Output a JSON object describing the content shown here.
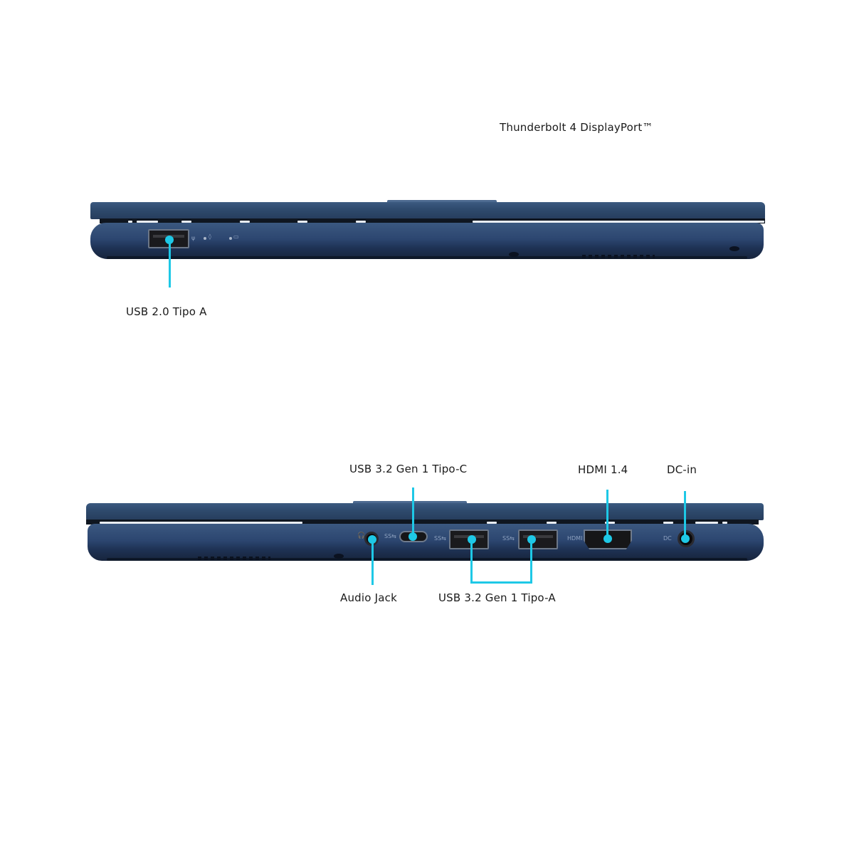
{
  "labels": {
    "top_right": "Thunderbolt 4 DisplayPort™",
    "top_usb20": "USB 2.0 Tipo A",
    "usb_c": "USB 3.2 Gen 1 Tipo-C",
    "hdmi": "HDMI 1.4",
    "dc_in": "DC-in",
    "audio_jack": "Audio Jack",
    "usb_a": "USB 3.2 Gen 1 Tipo-A"
  },
  "port_markings": {
    "ss_usb_c": "SS⇆",
    "ss_usb_a_1": "SS⇆",
    "ss_usb_a_2": "SS⇆",
    "hdmi": "HDMI",
    "dc": "DC",
    "headset": "🎧"
  },
  "colors": {
    "callout": "#1ec8e6",
    "chassis": "#2c4670",
    "background": "#ffffff"
  }
}
